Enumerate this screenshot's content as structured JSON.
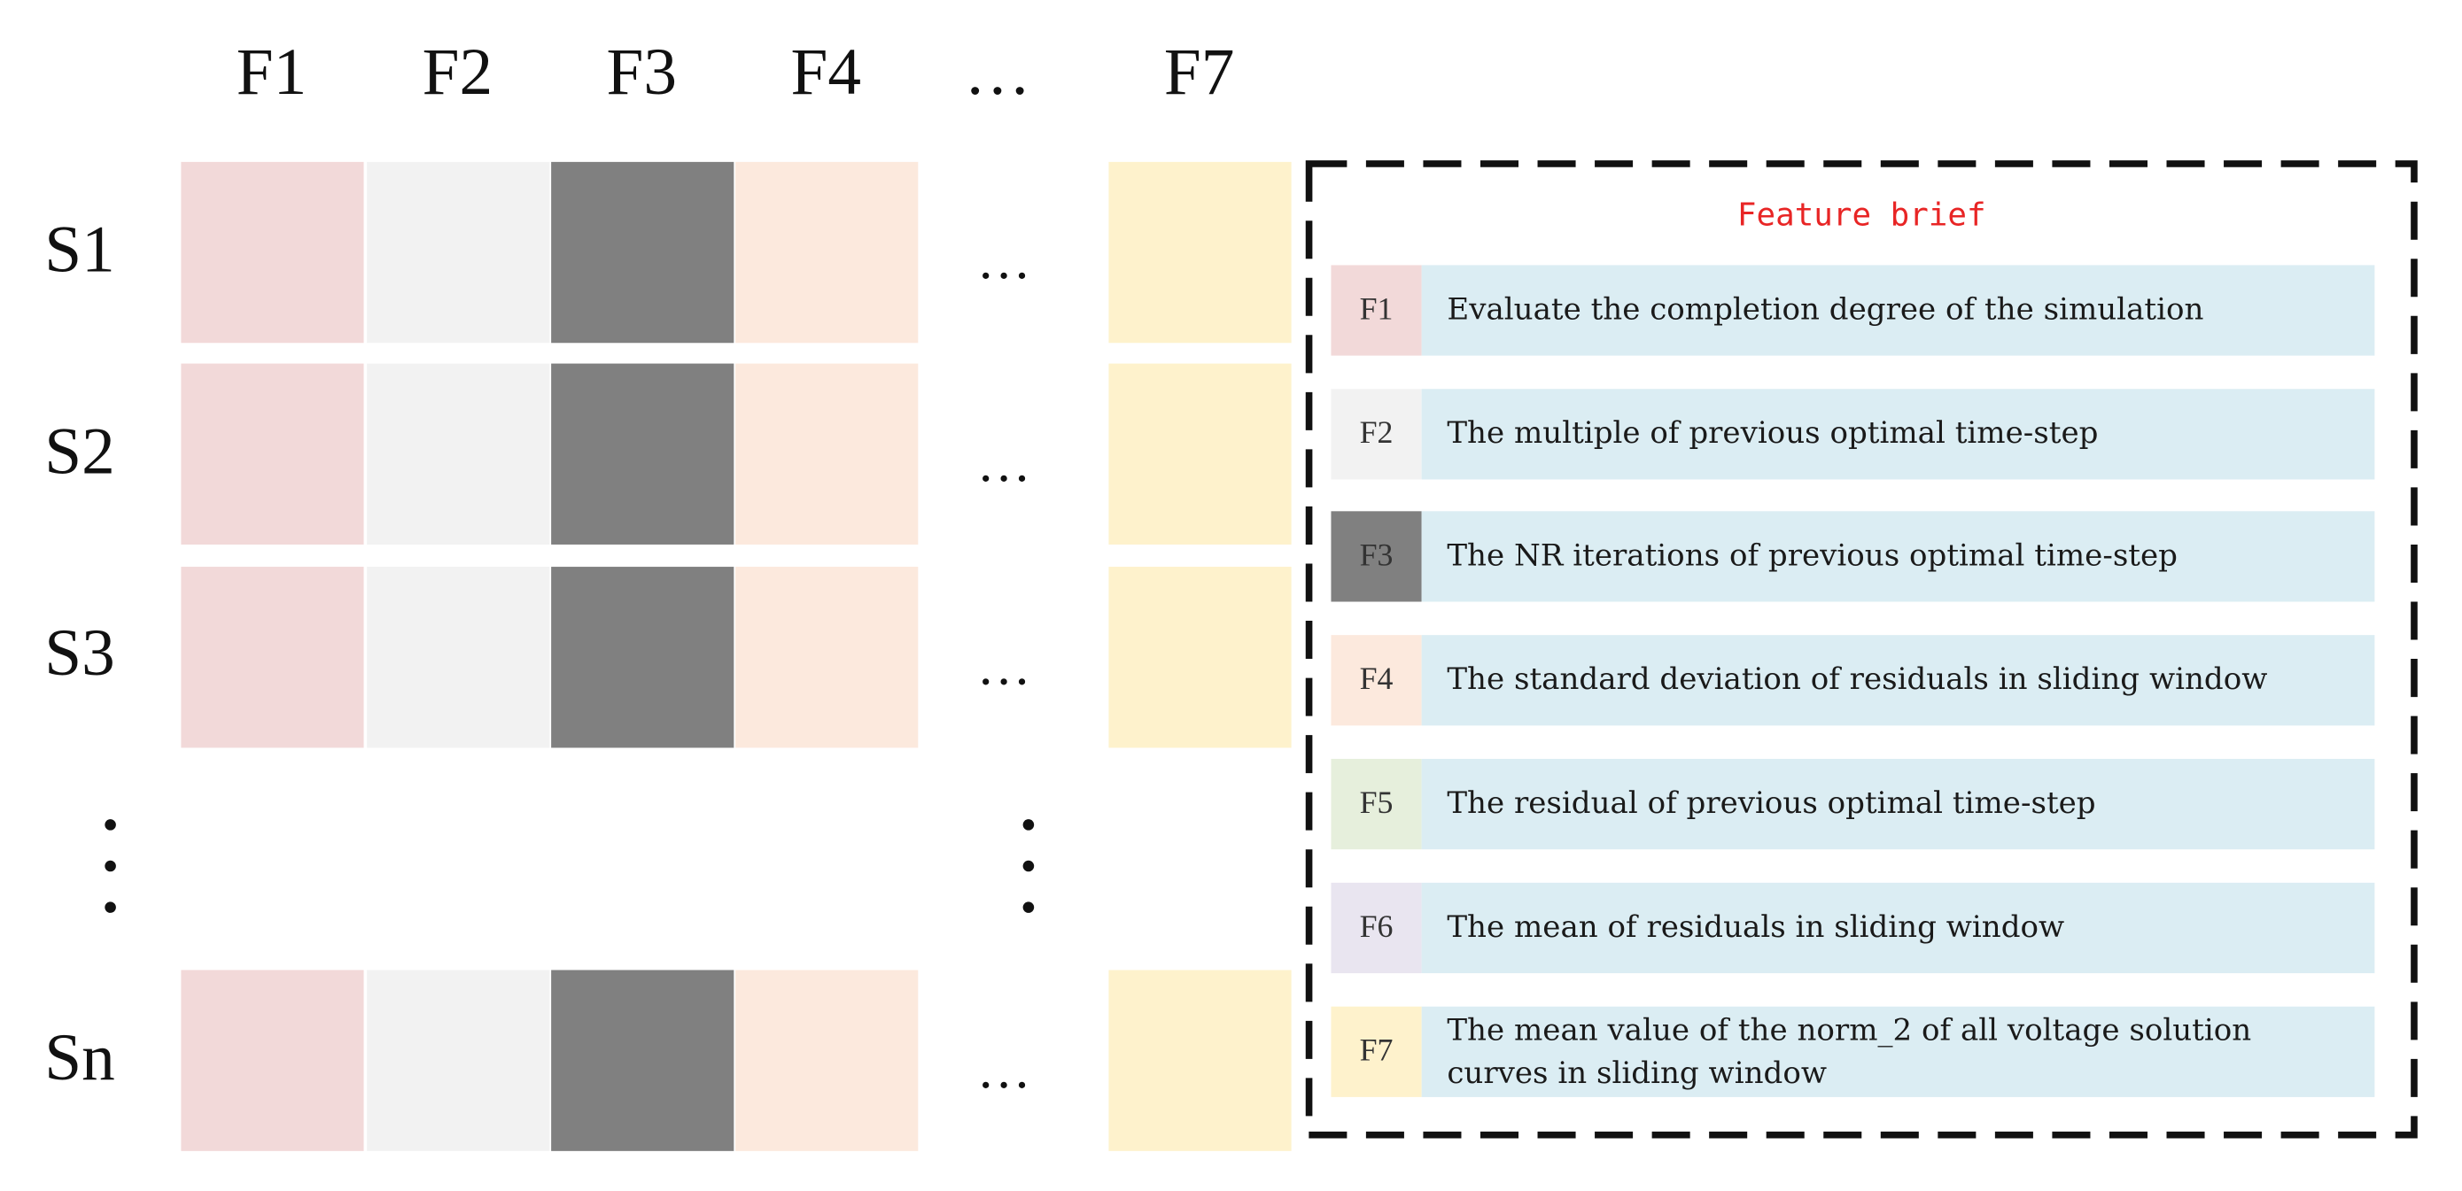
{
  "columns": [
    {
      "label": "F1",
      "color": "#f2d9d9"
    },
    {
      "label": "F2",
      "color": "#f2f2f2"
    },
    {
      "label": "F3",
      "color": "#808080"
    },
    {
      "label": "F4",
      "color": "#fce9dd"
    },
    {
      "label": "…",
      "color": null
    },
    {
      "label": "F7",
      "color": "#fef2cc"
    }
  ],
  "rows": [
    "S1",
    "S2",
    "S3",
    "⋮",
    "Sn"
  ],
  "ellipsis": "…",
  "legend": {
    "title": "Feature brief",
    "items": [
      {
        "label": "F1",
        "color": "#f2d9d9",
        "text": "Evaluate the completion degree of the simulation"
      },
      {
        "label": "F2",
        "color": "#f2f2f2",
        "text": "The multiple of previous optimal time-step"
      },
      {
        "label": "F3",
        "color": "#808080",
        "text": "The NR iterations of previous optimal time-step"
      },
      {
        "label": "F4",
        "color": "#fce9dd",
        "text": "The standard deviation of residuals in sliding window"
      },
      {
        "label": "F5",
        "color": "#e6efdc",
        "text": "The residual of previous optimal time-step"
      },
      {
        "label": "F6",
        "color": "#e9e5f0",
        "text": "The mean of residuals in sliding window"
      },
      {
        "label": "F7",
        "color": "#fef2cc",
        "text": "The mean value of the norm_2 of all voltage solution curves in sliding window"
      }
    ]
  }
}
